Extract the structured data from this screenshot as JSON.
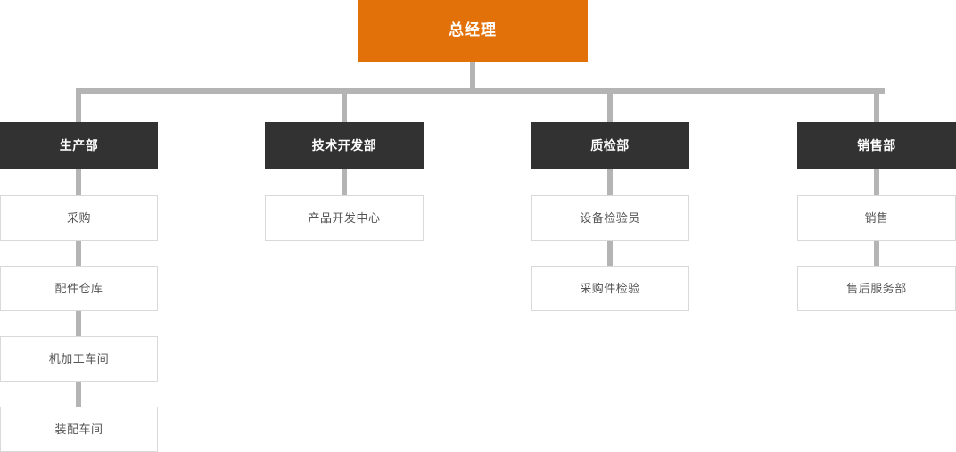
{
  "chart": {
    "title_node": {
      "label": "总经理",
      "color": "#e2710a",
      "text_color": "#ffffff"
    },
    "colors": {
      "root_fill": "#e2710a",
      "department_fill": "#323232",
      "sub_fill": "#ffffff",
      "sub_border": "#d9d9d9",
      "connector": "#b4b4b4",
      "sub_text": "#555555",
      "department_text": "#ffffff"
    },
    "columns": [
      {
        "department": "生产部",
        "children": [
          "采购",
          "配件仓库",
          "机加工车间",
          "装配车间"
        ]
      },
      {
        "department": "技术开发部",
        "children": [
          "产品开发中心"
        ]
      },
      {
        "department": "质检部",
        "children": [
          "设备检验员",
          "采购件检验"
        ]
      },
      {
        "department": "销售部",
        "children": [
          "销售",
          "售后服务部"
        ]
      }
    ]
  }
}
